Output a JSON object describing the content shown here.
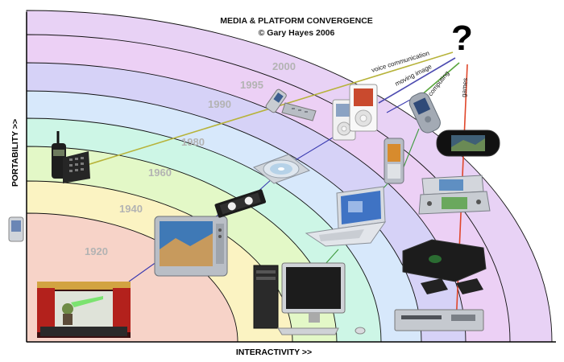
{
  "title": "MEDIA & PLATFORM CONVERGENCE",
  "credit": "© Gary Hayes 2006",
  "axes": {
    "y_label": "PORTABILITY >>",
    "x_label": "INTERACTIVITY >>"
  },
  "question_mark": "?",
  "decades": [
    "1920",
    "1940",
    "1960",
    "1980",
    "1990",
    "1995",
    "2000"
  ],
  "convergence_lines": [
    {
      "label": "voice communication",
      "color": "#b7b33a"
    },
    {
      "label": "moving image",
      "color": "#4d4bb0"
    },
    {
      "label": "computing",
      "color": "#5aa63d"
    },
    {
      "label": "games",
      "color": "#e0462a"
    }
  ],
  "band_colors": [
    "#f7d3c8",
    "#fbf3c2",
    "#e3f8c7",
    "#cdf6e6",
    "#d7e8fb",
    "#d6d2f7",
    "#ecd0f5",
    "#e8d2f5"
  ],
  "devices": [
    {
      "name": "cinema-image"
    },
    {
      "name": "television-image"
    },
    {
      "name": "vhs-tape-image"
    },
    {
      "name": "cd-disc-image"
    },
    {
      "name": "cordless-phone-image"
    },
    {
      "name": "flip-phone-image"
    },
    {
      "name": "ipod-image"
    },
    {
      "name": "pda-phone-image"
    },
    {
      "name": "smartphone-image"
    },
    {
      "name": "psp-image"
    },
    {
      "name": "nintendo-ds-image"
    },
    {
      "name": "laptop-image"
    },
    {
      "name": "desktop-computer-image"
    },
    {
      "name": "xbox-image"
    },
    {
      "name": "dvd-player-image"
    },
    {
      "name": "side-pda-image"
    }
  ]
}
